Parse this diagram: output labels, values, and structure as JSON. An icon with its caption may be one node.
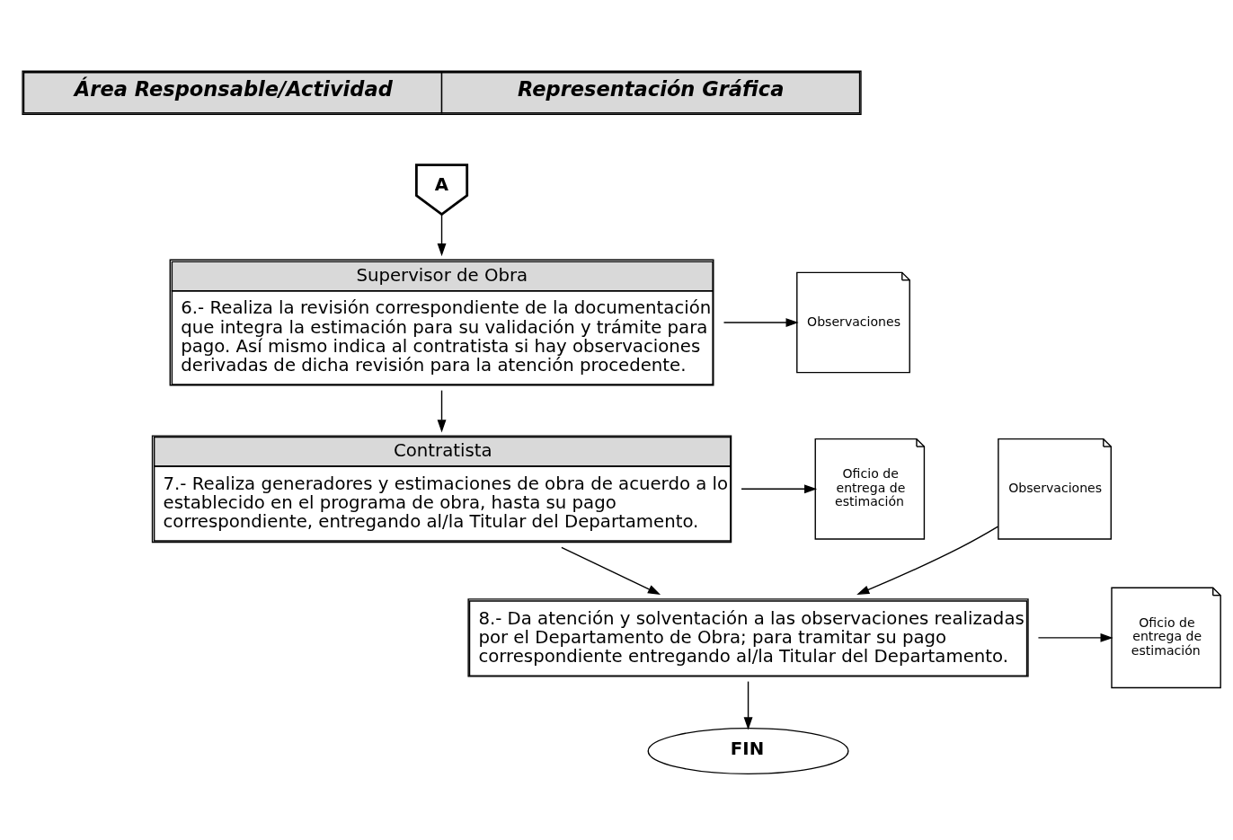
{
  "diagram": {
    "nodes": [
      {
        "text": [
          "A"
        ]
      },
      {
        "text": [
          "Supervisor de Obra",
          "6.- Realiza la revisión correspondiente de la documentación que integra la estimación para su validación y trámite para pago. Así mismo indica al contratista si hay observaciones derivadas de dicha revisión para la atención procedente."
        ]
      },
      {
        "text": [
          "Observaciones"
        ]
      },
      {
        "text": [
          "Contratista",
          "7.- Realiza generadores y estimaciones de obra de acuerdo a lo establecido en el programa de obra, hasta su pago correspondiente, entregando al/la Titular del Departamento."
        ]
      },
      {
        "text": [
          "Oficio de entrega de estimación"
        ]
      },
      {
        "text": [
          "8.- Da atención y solventación a las observaciones realizadas por el Departamento de Obra; para tramitar su pago correspondiente entregando al/la Titular del Departamento."
        ]
      },
      {
        "text": [
          "Observaciones"
        ]
      },
      {
        "text": [
          "Oficio de entrega de estimación"
        ]
      },
      {
        "text": [
          "FIN"
        ]
      }
    ],
    "edges": [
      {
        "from": 0,
        "to": 1,
        "arrow": "to"
      },
      {
        "from": 1,
        "to": 2,
        "arrow": "to"
      },
      {
        "from": 1,
        "to": 3,
        "arrow": "to"
      },
      {
        "from": 3,
        "to": 4,
        "arrow": "to"
      },
      {
        "from": 3,
        "to": 5,
        "arrow": "to"
      },
      {
        "from": 6,
        "to": 5,
        "arrow": "to"
      },
      {
        "from": 5,
        "to": 7,
        "arrow": "to"
      },
      {
        "from": 5,
        "to": 8,
        "arrow": "to"
      }
    ],
    "labels": [
      "Área Responsable/Actividad",
      "Representación Gráfica"
    ]
  }
}
